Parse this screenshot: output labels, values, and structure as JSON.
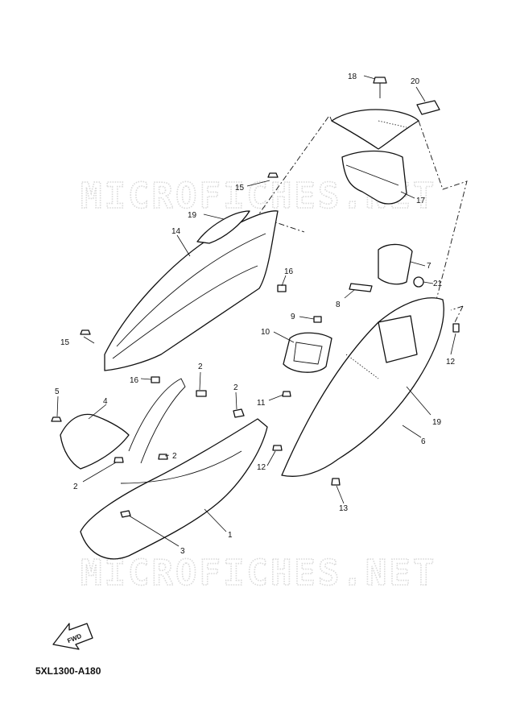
{
  "watermark": "MICROFICHES.NET",
  "diagram_code": "5XL1300-A180",
  "fwd_label": "FWD",
  "callouts": {
    "c1": "1",
    "c2a": "2",
    "c2b": "2",
    "c2c": "2",
    "c2d": "2",
    "c3": "3",
    "c4": "4",
    "c5": "5",
    "c6": "6",
    "c7": "7",
    "c8": "8",
    "c9": "9",
    "c10": "10",
    "c11": "11",
    "c12a": "12",
    "c12b": "12",
    "c13": "13",
    "c14": "14",
    "c15a": "15",
    "c15b": "15",
    "c16a": "16",
    "c16b": "16",
    "c17": "17",
    "c18": "18",
    "c19a": "19",
    "c19b": "19",
    "c20": "20",
    "c21": "21"
  }
}
